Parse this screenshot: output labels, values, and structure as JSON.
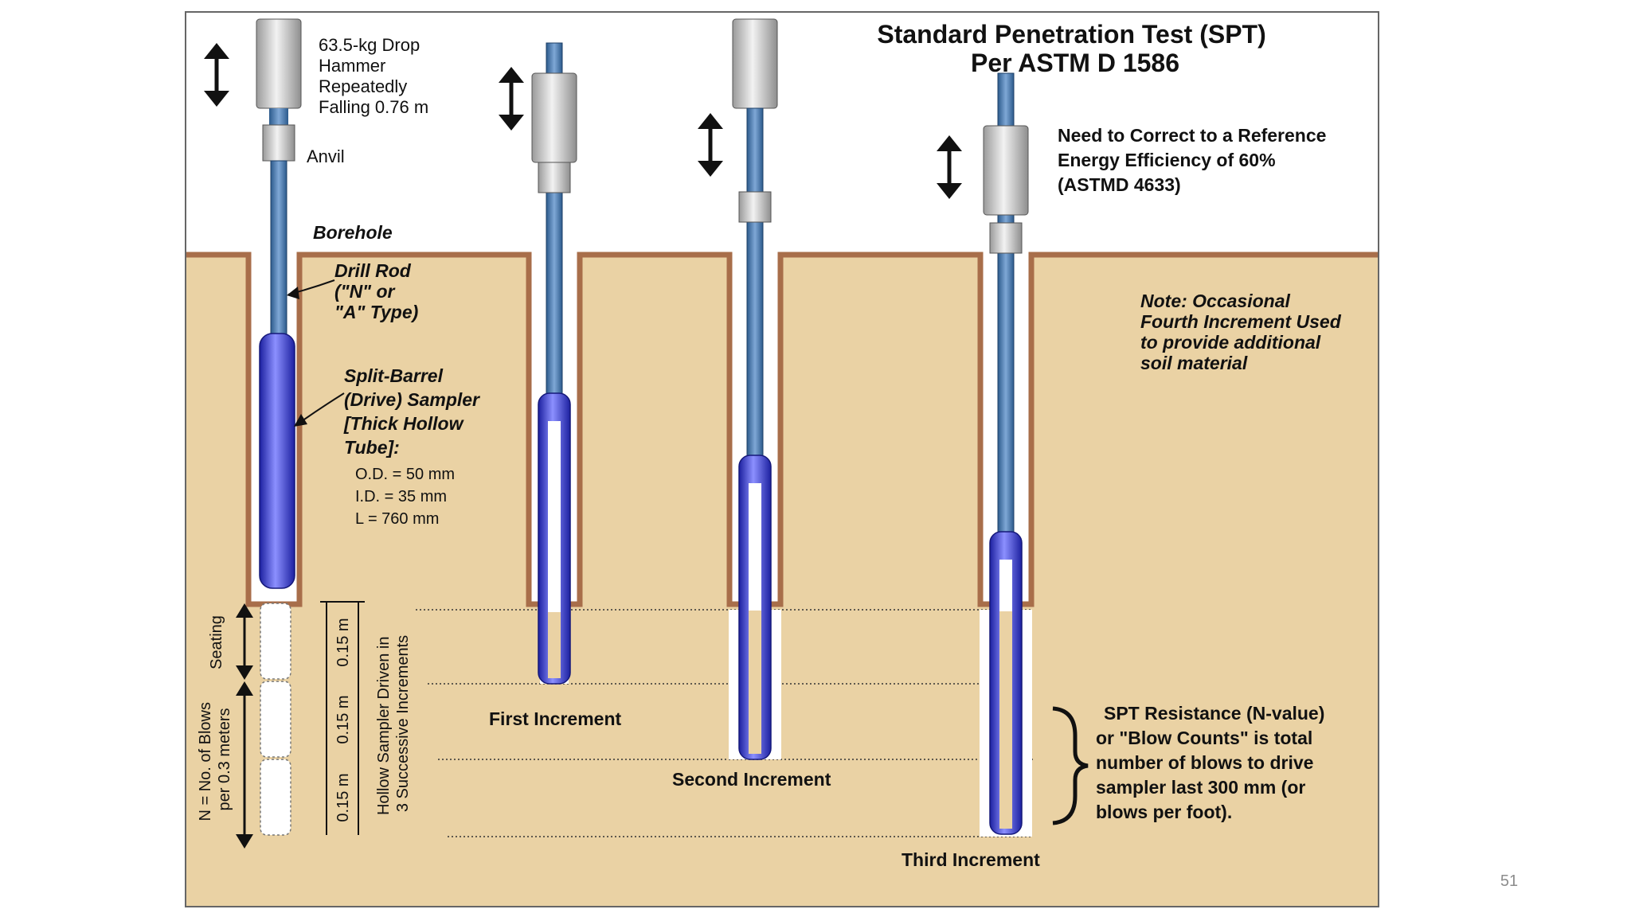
{
  "diagram": {
    "title": [
      "Standard Penetration Test (SPT)",
      "Per ASTM D 1586"
    ],
    "hammer_label": [
      "63.5-kg Drop",
      "Hammer",
      "Repeatedly",
      "Falling 0.76 m"
    ],
    "anvil_label": "Anvil",
    "borehole_label": "Borehole",
    "drill_rod_label": [
      "Drill Rod",
      "(\"N\" or",
      "\"A\" Type)"
    ],
    "sampler_label": [
      "Split-Barrel",
      "(Drive) Sampler",
      "[Thick Hollow",
      "Tube]:"
    ],
    "sampler_dims": [
      "O.D. = 50 mm",
      "I.D. = 35 mm",
      "L = 760 mm"
    ],
    "correction_note": [
      "Need to Correct to a Reference",
      "Energy Efficiency of 60%",
      "(ASTMD 4633)"
    ],
    "occasional_note": [
      "Note: Occasional",
      "Fourth Increment Used",
      "to provide additional",
      "soil material"
    ],
    "seating_label": "Seating",
    "n_label": [
      "N = No. of Blows",
      "per 0.3 meters"
    ],
    "increment_lengths": [
      "0.15 m",
      "0.15 m",
      "0.15 m"
    ],
    "hollow_label": [
      "Hollow Sampler Driven in",
      "3 Successive Increments"
    ],
    "increments": [
      "First Increment",
      "Second Increment",
      "Third Increment"
    ],
    "spt_note": [
      "SPT Resistance (N-value)",
      "or \"Blow Counts\" is total",
      "number of blows to drive",
      "sampler last 300 mm (or",
      "blows per foot)."
    ],
    "colors": {
      "soil": "#ead2a4",
      "ground_line": "#a86e4a",
      "rod": "#4f7fb6",
      "sampler": "#3a3fd0",
      "hammer": "#c8c8c8"
    }
  },
  "page_number": "51"
}
